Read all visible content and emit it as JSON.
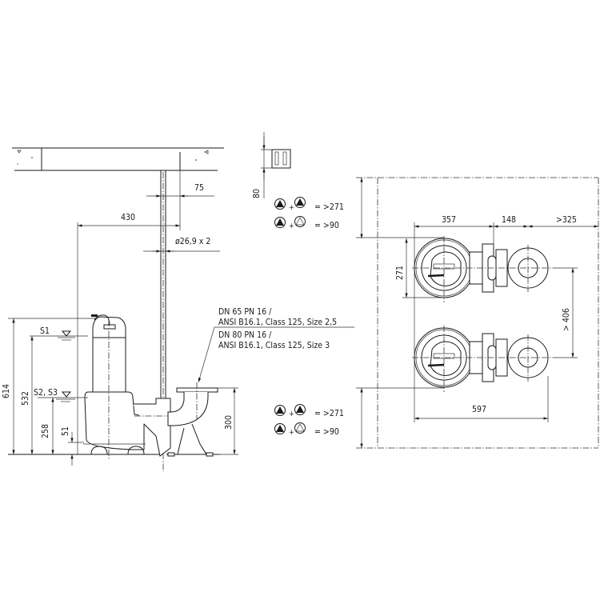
{
  "side_view": {
    "dim_75": "75",
    "dim_430": "430",
    "pipe_diameter": "ø26,9 x 2",
    "dim_614": "614",
    "dim_532": "532",
    "dim_258": "258",
    "dim_51": "51",
    "dim_300": "300",
    "level_s1": "S1",
    "level_s2_s3": "S2, S3",
    "flange_line1": "DN 65 PN 16 /",
    "flange_line2": "ANSI B16.1, Class 125, Size 2,5",
    "flange_line3": "DN 80 PN 16 /",
    "flange_line4": "ANSI B16.1, Class 125, Size 3"
  },
  "bracket": {
    "dim_80": "80"
  },
  "clearance_top": {
    "both_pumps": "= >271",
    "pump_and_empty": "= >90"
  },
  "clearance_bottom": {
    "both_pumps": "= >271",
    "pump_and_empty": "= >90"
  },
  "plan_view": {
    "dim_357": "357",
    "dim_148": "148",
    "dim_325": ">325",
    "dim_271": "271",
    "dim_406": "> 406",
    "dim_597": "597"
  }
}
